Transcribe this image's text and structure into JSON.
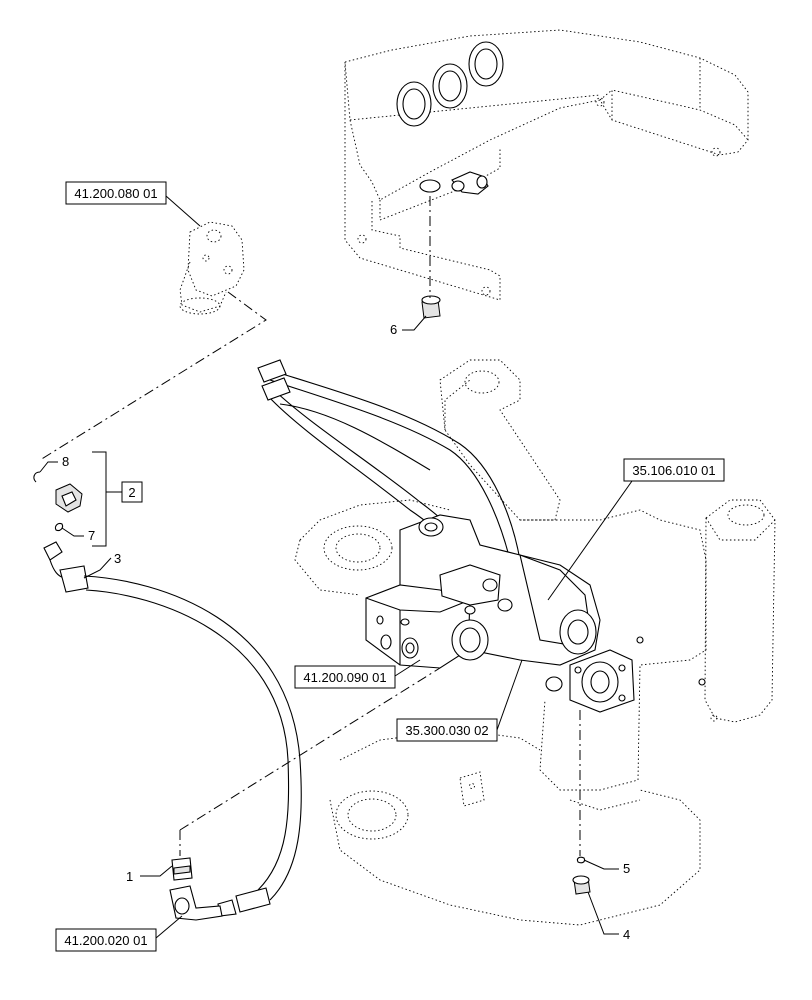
{
  "reference_boxes": {
    "filter_ref": "41.200.080 01",
    "pump_ref": "35.106.010 01",
    "valve_ref": "41.200.090 01",
    "hose_ref": "35.300.030 02",
    "elbow_ref": "41.200.020 01"
  },
  "callouts": {
    "item_1": "1",
    "item_2": "2",
    "item_3": "3",
    "item_4": "4",
    "item_5": "5",
    "item_6": "6",
    "item_7": "7",
    "item_8": "8"
  }
}
